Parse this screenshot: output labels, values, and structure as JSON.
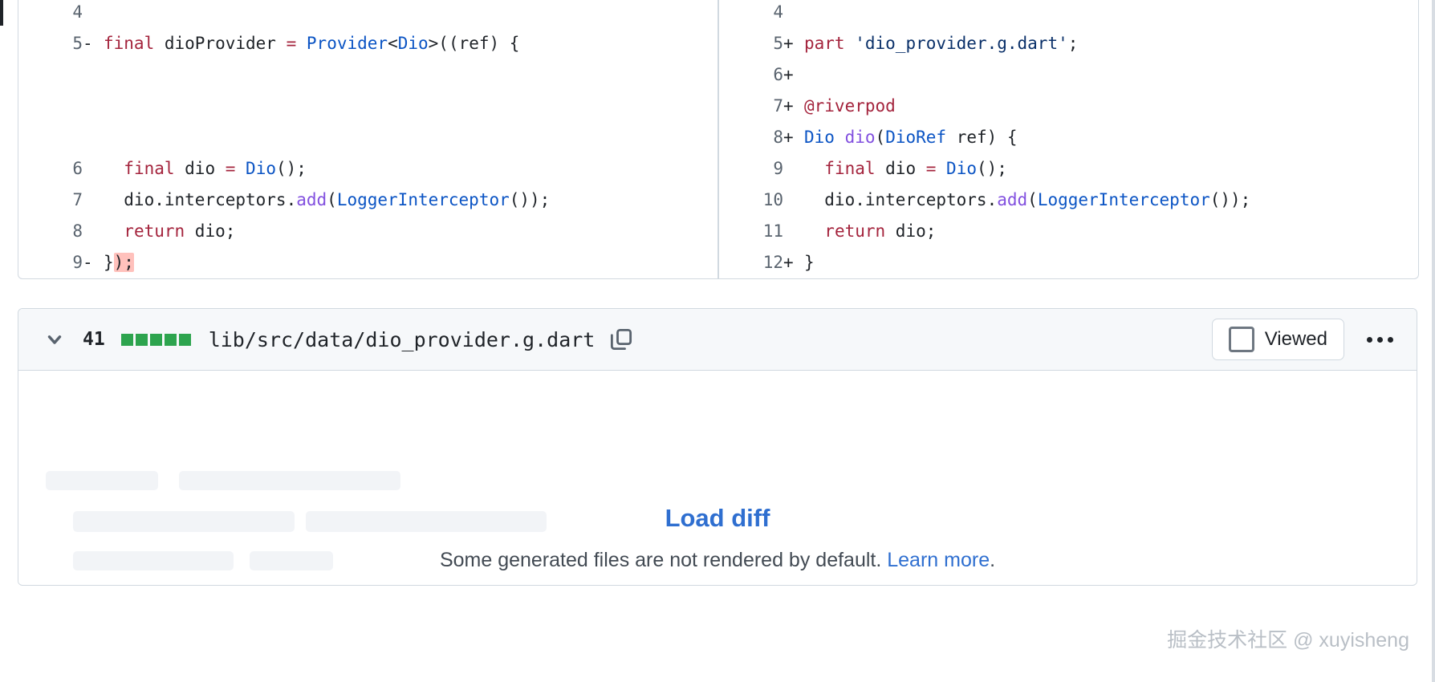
{
  "diff": {
    "rows": [
      {
        "type": "context",
        "left": {
          "num": "4",
          "marker": "",
          "tokens": [
            {
              "t": "",
              "c": "pl"
            }
          ]
        },
        "right": {
          "num": "4",
          "marker": "",
          "tokens": [
            {
              "t": "",
              "c": "pl"
            }
          ]
        }
      },
      {
        "type": "deletion-addition",
        "left": {
          "num": "5",
          "marker": "-",
          "tokens": [
            {
              "t": "final",
              "c": "kw"
            },
            {
              "t": " dioProvider ",
              "c": "pl"
            },
            {
              "t": "=",
              "c": "kw"
            },
            {
              "t": " ",
              "c": "pl"
            },
            {
              "t": "Provider",
              "c": "type"
            },
            {
              "t": "<",
              "c": "pl"
            },
            {
              "t": "Dio",
              "c": "type"
            },
            {
              "t": ">((ref) {",
              "c": "pl"
            }
          ]
        },
        "right": {
          "num": "5",
          "marker": "+",
          "tokens": [
            {
              "t": "part",
              "c": "kw"
            },
            {
              "t": " ",
              "c": "pl"
            },
            {
              "t": "'dio_provider.g.dart'",
              "c": "str"
            },
            {
              "t": ";",
              "c": "pl"
            }
          ]
        }
      },
      {
        "type": "blank-addition",
        "left": {
          "num": "",
          "marker": "",
          "tokens": []
        },
        "right": {
          "num": "6",
          "marker": "+",
          "tokens": []
        }
      },
      {
        "type": "blank-addition",
        "left": {
          "num": "",
          "marker": "",
          "tokens": []
        },
        "right": {
          "num": "7",
          "marker": "+",
          "tokens": [
            {
              "t": "@riverpod",
              "c": "kw"
            }
          ]
        }
      },
      {
        "type": "blank-addition",
        "left": {
          "num": "",
          "marker": "",
          "tokens": []
        },
        "right": {
          "num": "8",
          "marker": "+",
          "tokens": [
            {
              "t": "Dio",
              "c": "type"
            },
            {
              "t": " ",
              "c": "pl"
            },
            {
              "t": "dio",
              "c": "fn"
            },
            {
              "t": "(",
              "c": "pl"
            },
            {
              "t": "DioRef",
              "c": "type"
            },
            {
              "t": " ref) {",
              "c": "pl"
            }
          ]
        }
      },
      {
        "type": "context",
        "left": {
          "num": "6",
          "marker": "",
          "tokens": [
            {
              "t": "  ",
              "c": "pl"
            },
            {
              "t": "final",
              "c": "kw"
            },
            {
              "t": " dio ",
              "c": "pl"
            },
            {
              "t": "=",
              "c": "kw"
            },
            {
              "t": " ",
              "c": "pl"
            },
            {
              "t": "Dio",
              "c": "type"
            },
            {
              "t": "();",
              "c": "pl"
            }
          ]
        },
        "right": {
          "num": "9",
          "marker": "",
          "tokens": [
            {
              "t": "  ",
              "c": "pl"
            },
            {
              "t": "final",
              "c": "kw"
            },
            {
              "t": " dio ",
              "c": "pl"
            },
            {
              "t": "=",
              "c": "kw"
            },
            {
              "t": " ",
              "c": "pl"
            },
            {
              "t": "Dio",
              "c": "type"
            },
            {
              "t": "();",
              "c": "pl"
            }
          ]
        }
      },
      {
        "type": "context",
        "left": {
          "num": "7",
          "marker": "",
          "tokens": [
            {
              "t": "  dio.interceptors.",
              "c": "pl"
            },
            {
              "t": "add",
              "c": "fn"
            },
            {
              "t": "(",
              "c": "pl"
            },
            {
              "t": "LoggerInterceptor",
              "c": "type"
            },
            {
              "t": "());",
              "c": "pl"
            }
          ]
        },
        "right": {
          "num": "10",
          "marker": "",
          "tokens": [
            {
              "t": "  dio.interceptors.",
              "c": "pl"
            },
            {
              "t": "add",
              "c": "fn"
            },
            {
              "t": "(",
              "c": "pl"
            },
            {
              "t": "LoggerInterceptor",
              "c": "type"
            },
            {
              "t": "());",
              "c": "pl"
            }
          ]
        }
      },
      {
        "type": "context",
        "left": {
          "num": "8",
          "marker": "",
          "tokens": [
            {
              "t": "  ",
              "c": "pl"
            },
            {
              "t": "return",
              "c": "kw"
            },
            {
              "t": " dio;",
              "c": "pl"
            }
          ]
        },
        "right": {
          "num": "11",
          "marker": "",
          "tokens": [
            {
              "t": "  ",
              "c": "pl"
            },
            {
              "t": "return",
              "c": "kw"
            },
            {
              "t": " dio;",
              "c": "pl"
            }
          ]
        }
      },
      {
        "type": "deletion-addition",
        "left": {
          "num": "9",
          "marker": "-",
          "tokens": [
            {
              "t": "}",
              "c": "pl"
            },
            {
              "t": ");",
              "c": "hl"
            }
          ]
        },
        "right": {
          "num": "12",
          "marker": "+",
          "tokens": [
            {
              "t": "}",
              "c": "pl"
            }
          ]
        }
      }
    ]
  },
  "file": {
    "collapse_icon": "chevron-down-icon",
    "changes_count": "41",
    "diffstat_filled": 5,
    "diffstat_empty": 0,
    "filename": "lib/src/data/dio_provider.g.dart",
    "copy_icon": "copy-icon",
    "viewed_label": "Viewed",
    "viewed_checked": false,
    "kebab_icon": "kebab-menu-icon",
    "load_diff_label": "Load diff",
    "generated_note_text": "Some generated files are not rendered by default.",
    "learn_more_label": "Learn more",
    "note_period": "."
  },
  "watermark": {
    "text": "掘金技术社区 @ xuyisheng"
  },
  "colors": {
    "addition_bg": "#e6ffec",
    "addition_gutter": "#ccf0d3",
    "deletion_bg": "#ffebe9",
    "deletion_gutter": "#ffd8d3",
    "word_highlight_del": "#ffc1bc",
    "link": "#2f6fd0",
    "border": "#d1d9e0",
    "header_bg": "#f6f8fa",
    "diffstat_added": "#2da44e"
  }
}
